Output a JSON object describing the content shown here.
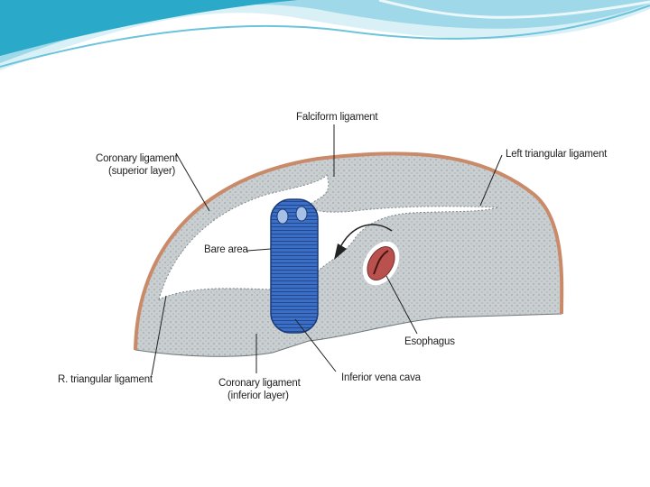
{
  "colors": {
    "header_wave_dark": "#2aa9c9",
    "header_wave_light": "#bfe6f1",
    "liver_fill": "#c9ced1",
    "bare_area": "#ffffff",
    "capsule": "#c98a6a",
    "ivc_blue": "#3b6fc6",
    "esophagus": "#b9514f",
    "label_text": "#222222"
  },
  "diagram": {
    "labels": {
      "falciform": "Falciform ligament",
      "left_triangular": "Left triangular ligament",
      "coronary_superior_line1": "Coronary ligament",
      "coronary_superior_line2": "(superior layer)",
      "bare_area": "Bare area",
      "esophagus": "Esophagus",
      "right_triangular": "R. triangular ligament",
      "coronary_inferior_line1": "Coronary ligament",
      "coronary_inferior_line2": "(inferior layer)",
      "ivc": "Inferior vena cava"
    },
    "icons": {
      "arrow": "curved-arrow-icon"
    }
  }
}
